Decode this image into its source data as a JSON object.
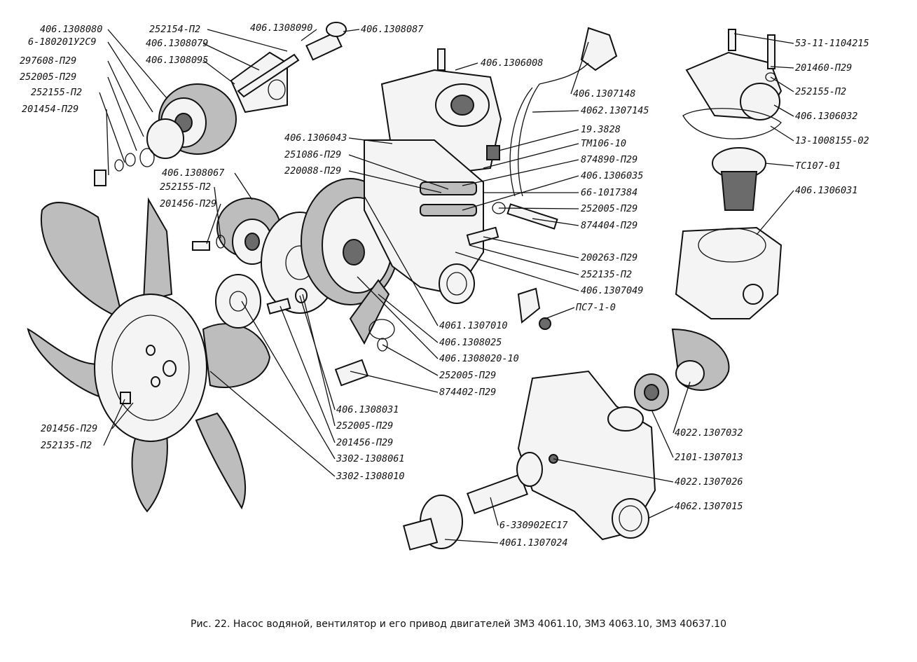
{
  "caption": "Рис. 22. Насос водяной, вентилятор и его привод двигателей ЗМЗ 4061.10, ЗМЗ 4063.10, ЗМЗ 40637.10",
  "labels": {
    "l01": "406.1308080",
    "l02": "6-180201У2С9",
    "l03": "297608-П29",
    "l04": "252005-П29",
    "l05": "252155-П2",
    "l06": "201454-П29",
    "l07": "252154-П2",
    "l08": "406.1308079",
    "l09": "406.1308095",
    "l10": "406.1308090",
    "l11": "406.1308087",
    "l12": "406.1306008",
    "l13": "406.1307148",
    "l14": "4062.1307145",
    "l15": "406.1306043",
    "l16": "19.3828",
    "l17": "ТМ106-10",
    "l18": "251086-П29",
    "l19": "874890-П29",
    "l20": "220088-П29",
    "l21": "406.1306035",
    "l22": "406.1308067",
    "l23": "66-1017384",
    "l24": "252155-П2",
    "l25": "252005-П29",
    "l26": "201456-П29",
    "l27": "874404-П29",
    "l28": "200263-П29",
    "l29": "252135-П2",
    "l30": "406.1307049",
    "l31": "ПС7-1-0",
    "l32": "4061.1307010",
    "l33": "406.1308025",
    "l34": "406.1308020-10",
    "l35": "252005-П29",
    "l36": "874402-П29",
    "l37": "406.1308031",
    "l38": "252005-П29",
    "l39": "201456-П29",
    "l40": "3302-1308061",
    "l41": "3302-1308010",
    "l42": "201456-П29",
    "l43": "252135-П2",
    "l44": "53-11-1104215",
    "l45": "201460-П29",
    "l46": "252155-П2",
    "l47": "406.1306032",
    "l48": "13-1008155-02",
    "l49": "ТС107-01",
    "l50": "406.1306031",
    "l51": "4022.1307032",
    "l52": "2101-1307013",
    "l53": "4022.1307026",
    "l54": "4062.1307015",
    "l55": "6-330902ЕС17",
    "l56": "4061.1307024"
  }
}
